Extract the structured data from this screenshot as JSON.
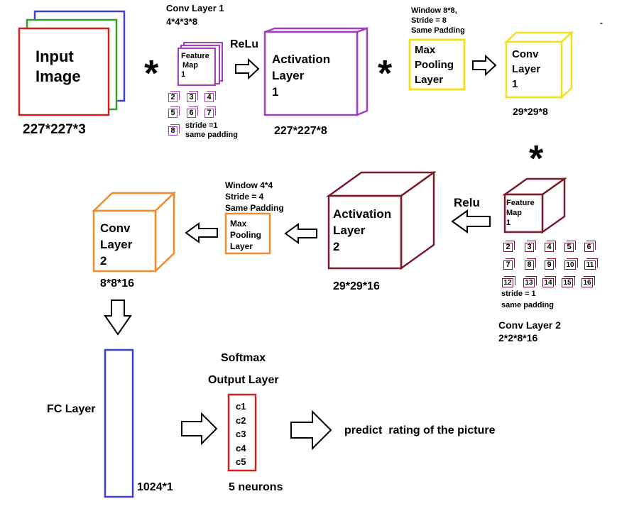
{
  "input_image": {
    "title_line1": "Input",
    "title_line2": "Image",
    "dims": "227*227*3"
  },
  "conv1": {
    "title": "Conv Layer 1",
    "dims": "4*4*3*8",
    "fmap_l1": "Feature",
    "fmap_l2": "Map",
    "fmap_l3": "1",
    "filters": [
      "2",
      "3",
      "4",
      "5",
      "6",
      "7",
      "8"
    ],
    "stride_text": "stride =1",
    "padding_text": "same padding"
  },
  "relu1": "ReLu",
  "act1": {
    "l1": "Activation",
    "l2": "Layer",
    "l3": "1",
    "dims": "227*227*8"
  },
  "pool1": {
    "info1": "Window 8*8,",
    "info2": "Stride = 8",
    "info3": "Same Padding",
    "l1": "Max",
    "l2": "Pooling",
    "l3": "Layer"
  },
  "conv_layer1": {
    "l1": "Conv",
    "l2": "Layer",
    "l3": "1",
    "dims": "29*29*8"
  },
  "conv2": {
    "fmap_l1": "Feature",
    "fmap_l2": "Map",
    "fmap_l3": "1",
    "filters": [
      "2",
      "3",
      "4",
      "5",
      "6",
      "7",
      "8",
      "9",
      "10",
      "11",
      "12",
      "13",
      "14",
      "15",
      "16"
    ],
    "stride_text": "stride = 1",
    "padding_text": "same padding",
    "title": "Conv Layer 2",
    "dims": "2*2*8*16"
  },
  "relu2": "Relu",
  "act2": {
    "l1": "Activation",
    "l2": "Layer",
    "l3": "2",
    "dims": "29*29*16"
  },
  "pool2": {
    "info1": "Window 4*4",
    "info2": "Stride = 4",
    "info3": "Same Padding",
    "l1": "Max",
    "l2": "Pooling",
    "l3": "Layer"
  },
  "conv_layer2": {
    "l1": "Conv",
    "l2": "Layer",
    "l3": "2",
    "dims": "8*8*16"
  },
  "fc": {
    "label": "FC Layer",
    "dims": "1024*1"
  },
  "output": {
    "softmax": "Softmax",
    "title": "Output Layer",
    "neurons": [
      "c1",
      "c2",
      "c3",
      "c4",
      "c5"
    ],
    "count": "5 neurons"
  },
  "result": "predict  rating of the picture",
  "colors": {
    "blue": "#4040cc",
    "green": "#30a030",
    "red": "#d02020",
    "purple": "#a040c0",
    "yellow": "#f0e020",
    "maroon": "#7a1a2a",
    "orange": "#f08a30"
  }
}
